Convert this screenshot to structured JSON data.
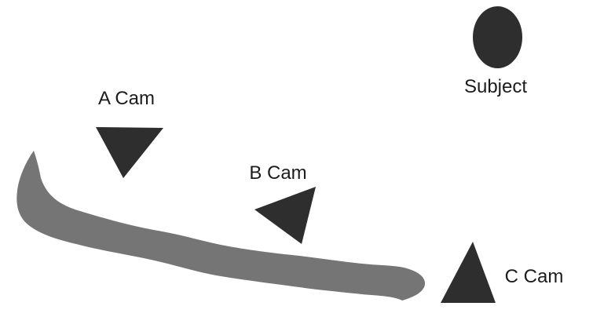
{
  "diagram": {
    "nodes": [
      {
        "id": "a-cam",
        "label": "A Cam",
        "shape": "triangle-down"
      },
      {
        "id": "b-cam",
        "label": "B Cam",
        "shape": "triangle-left"
      },
      {
        "id": "c-cam",
        "label": "C Cam",
        "shape": "triangle-up"
      },
      {
        "id": "subject",
        "label": "Subject",
        "shape": "ellipse"
      }
    ],
    "colors": {
      "background": "#ffffff",
      "shape_dark": "#2e2e2e",
      "path_gray": "#757575",
      "text": "#1c1c1c"
    }
  }
}
